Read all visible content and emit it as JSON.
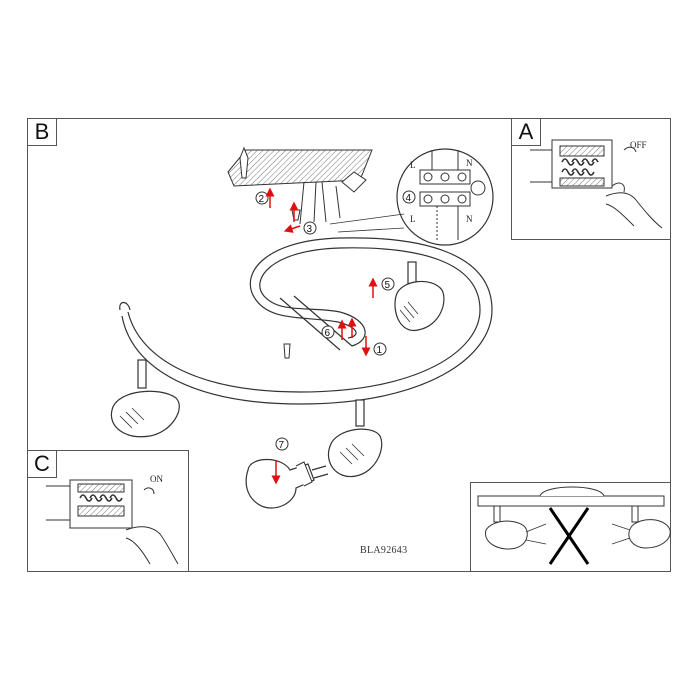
{
  "panels": {
    "main_tag": "B",
    "inset_a_tag": "A",
    "inset_c_tag": "C"
  },
  "switch_off": "OFF",
  "switch_on": "ON",
  "terminal": {
    "l_top": "L",
    "n_top": "N",
    "l_bottom": "L",
    "n_bottom": "N"
  },
  "steps": [
    "1",
    "2",
    "3",
    "4",
    "5",
    "6",
    "7"
  ],
  "model_code": "BLA92643",
  "colors": {
    "line": "#333333",
    "arrow": "#e01010",
    "hatch": "#777777"
  }
}
